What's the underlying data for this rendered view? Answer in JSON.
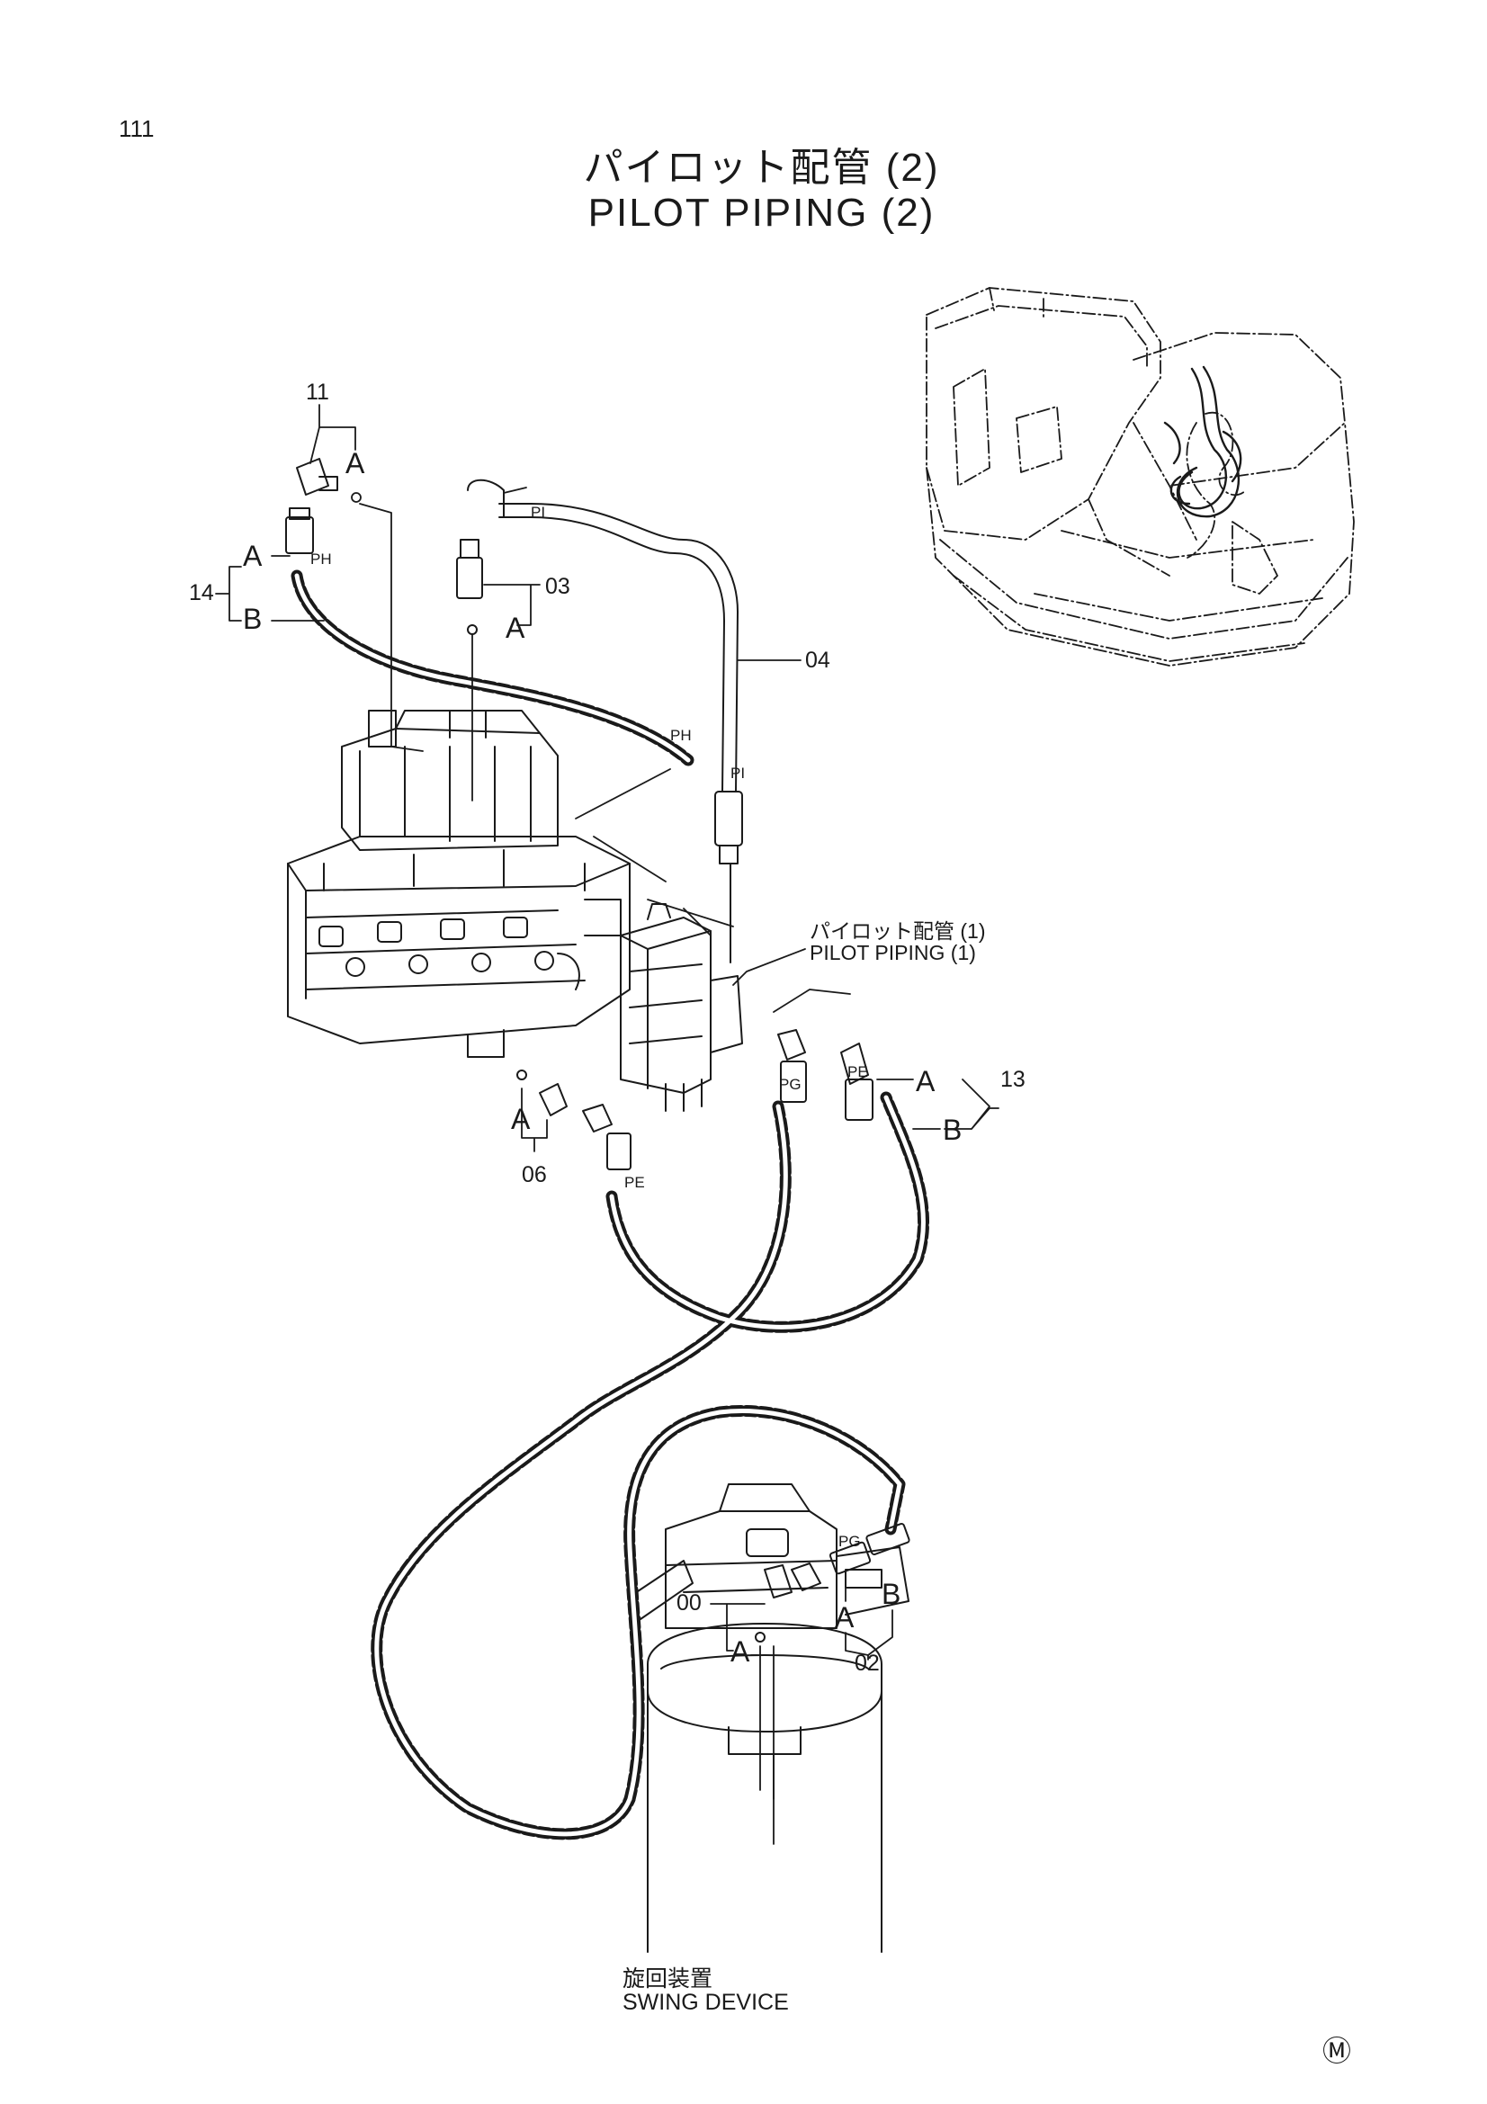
{
  "page_number": "111",
  "title_japanese": "パイロット配管 (2)",
  "title_english": "PILOT PIPING (2)",
  "callouts": {
    "p11": "11",
    "p14": "14",
    "p03": "03",
    "p04": "04",
    "p06": "06",
    "p13": "13",
    "p00": "00",
    "p02": "02"
  },
  "port_labels": {
    "a": "A",
    "b": "B",
    "pi": "PI",
    "ph": "PH",
    "pe": "PE",
    "pg": "PG"
  },
  "reference": {
    "japanese": "パイロット配管 (1)",
    "english": "PILOT PIPING (1)"
  },
  "swing_device": {
    "japanese": "旋回装置",
    "english": "SWING DEVICE"
  },
  "mark": "Ⓜ"
}
